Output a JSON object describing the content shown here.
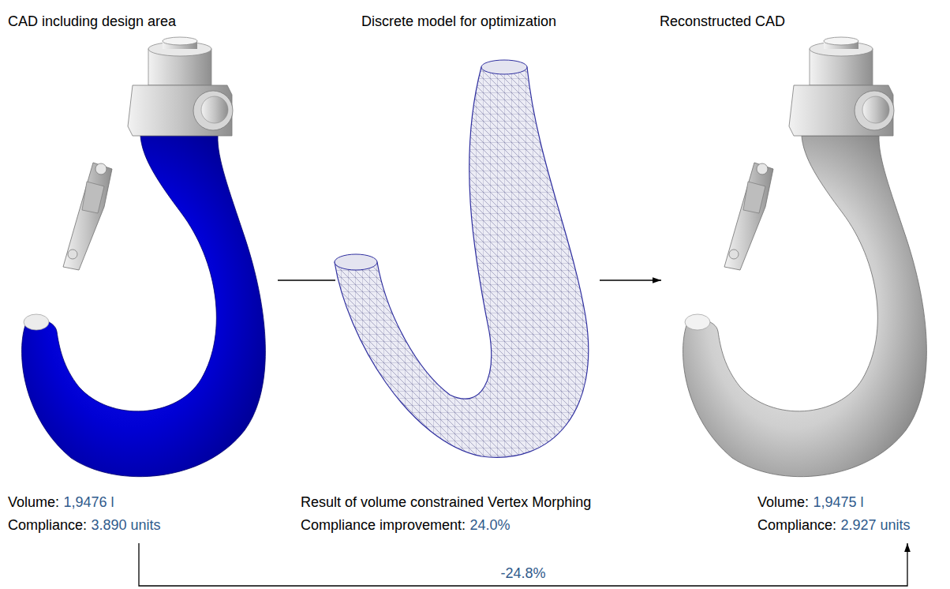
{
  "diagram": {
    "nodes": [
      {
        "text": [
          "CAD including design area",
          "Volume:",
          "1,9476 l",
          "Compliance:",
          "3.890 units"
        ]
      },
      {
        "text": [
          "Discrete model for optimization",
          "Result of volume constrained Vertex Morphing",
          "Compliance improvement:",
          "24.0%"
        ]
      },
      {
        "text": [
          "Reconstructed CAD",
          "Volume:",
          "1,9475 l",
          "Compliance:",
          "2.927 units"
        ]
      }
    ],
    "edges": [
      {
        "from": 0,
        "to": 1,
        "arrow": "none"
      },
      {
        "from": 1,
        "to": 2,
        "arrow": "to"
      },
      {
        "from": 0,
        "to": 2,
        "arrow": "to",
        "label": "-24.8%"
      }
    ]
  }
}
